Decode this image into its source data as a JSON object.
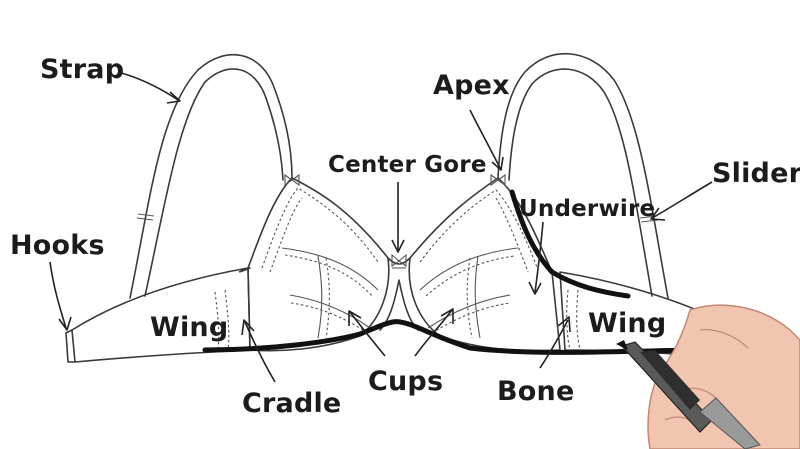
{
  "labels": {
    "strap": "Strap",
    "apex": "Apex",
    "center_gore": "Center Gore",
    "slider": "Slider",
    "hooks": "Hooks",
    "underwire": "Underwire",
    "wing_left": "Wing",
    "wing_right": "Wing",
    "cradle": "Cradle",
    "cups": "Cups",
    "bone": "Bone"
  },
  "colors": {
    "ink": "#1c1c1c",
    "outline": "#3a3a3a",
    "heavy_line": "#111111",
    "background": "#ffffff"
  },
  "icons": {
    "hand": "hand-holding-pen-icon"
  }
}
